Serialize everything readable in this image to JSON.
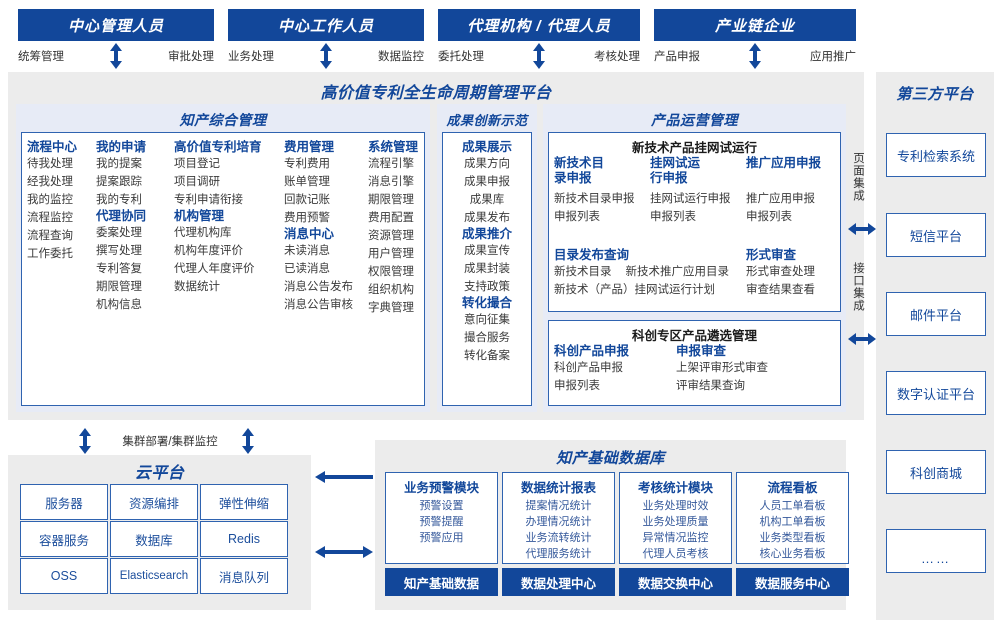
{
  "actors": [
    {
      "title": "中心管理人员",
      "left_cap": "统筹管理",
      "right_cap": "审批处理"
    },
    {
      "title": "中心工作人员",
      "left_cap": "业务处理",
      "right_cap": "数据监控"
    },
    {
      "title": "代理机构 / 代理人员",
      "left_cap": "委托处理",
      "right_cap": "考核处理"
    },
    {
      "title": "产业链企业",
      "left_cap": "产品申报",
      "right_cap": "应用推广"
    }
  ],
  "platform": {
    "title": "高价值专利全生命周期管理平台"
  },
  "sections": {
    "ip_mgmt": {
      "title": "知产综合管理",
      "columns": [
        {
          "groups": [
            {
              "head": "流程中心",
              "items": [
                "待我处理",
                "经我处理",
                "我的监控",
                "流程监控",
                "流程查询",
                "工作委托"
              ]
            }
          ]
        },
        {
          "groups": [
            {
              "head": "我的申请",
              "items": [
                "我的提案",
                "提案跟踪",
                "我的专利"
              ]
            },
            {
              "head": "代理协同",
              "items": [
                "委案处理",
                "撰写处理",
                "专利答复",
                "期限管理",
                "机构信息"
              ]
            }
          ]
        },
        {
          "groups": [
            {
              "head": "高价值专利培育",
              "items": [
                "项目登记",
                "项目调研",
                "专利申请衔接"
              ]
            },
            {
              "head": "机构管理",
              "items": [
                "代理机构库",
                "机构年度评价",
                "代理人年度评价",
                "数据统计"
              ]
            }
          ]
        },
        {
          "groups": [
            {
              "head": "费用管理",
              "items": [
                "专利费用",
                "账单管理",
                "回款记账",
                "费用预警"
              ]
            },
            {
              "head": "消息中心",
              "items": [
                "未读消息",
                "已读消息",
                "消息公告发布",
                "消息公告审核"
              ]
            }
          ]
        },
        {
          "groups": [
            {
              "head": "系统管理",
              "items": [
                "流程引擎",
                "消息引擎",
                "期限管理",
                "费用配置",
                "资源管理",
                "用户管理",
                "权限管理",
                "组织机构",
                "字典管理"
              ]
            }
          ]
        }
      ]
    },
    "achievement": {
      "title": "成果创新示范",
      "groups": [
        {
          "head": "成果展示",
          "items": [
            "成果方向",
            "成果申报",
            "成果库",
            "成果发布"
          ]
        },
        {
          "head": "成果推介",
          "items": [
            "成果宣传",
            "成果封装",
            "支持政策"
          ]
        },
        {
          "head": "转化撮合",
          "items": [
            "意向征集",
            "撮合服务",
            "转化备案"
          ]
        }
      ]
    },
    "product_ops": {
      "title": "产品运营管理",
      "blocks": [
        {
          "title": "新技术产品挂网试运行",
          "row1": [
            {
              "head": "新技术目录申报",
              "items": [
                "新技术目录申报",
                "申报列表"
              ]
            },
            {
              "head": "挂网试运行申报",
              "items": [
                "挂网试运行申报",
                "申报列表"
              ]
            },
            {
              "head": "推广应用申报",
              "items": [
                "推广应用申报",
                "申报列表"
              ]
            }
          ],
          "row2_left": {
            "head": "目录发布查询",
            "items": [
              "新技术目录",
              "新技术推广应用目录",
              "新技术（产品）挂网试运行计划"
            ]
          },
          "row2_right": {
            "head": "形式审查",
            "items": [
              "形式审查处理",
              "审查结果查看"
            ]
          }
        },
        {
          "title": "科创专区产品遴选管理",
          "row1": [
            {
              "head": "科创产品申报",
              "items": [
                "科创产品申报",
                "申报列表"
              ]
            },
            {
              "head": "申报审查",
              "items": [
                "上架评审形式审查",
                "评审结果查询"
              ]
            }
          ]
        }
      ]
    },
    "third_party": {
      "title": "第三方平台",
      "integrations": [
        "页面集成",
        "接口集成"
      ],
      "items": [
        "专利检索系统",
        "短信平台",
        "邮件平台",
        "数字认证平台",
        "科创商城",
        "……"
      ]
    },
    "cloud": {
      "connector": "集群部署/集群监控",
      "title": "云平台",
      "tiles": [
        "服务器",
        "资源编排",
        "弹性伸缩",
        "容器服务",
        "数据库",
        "Redis",
        "OSS",
        "Elasticsearch",
        "消息队列"
      ]
    },
    "database": {
      "title": "知产基础数据库",
      "columns": [
        {
          "head": "业务预警模块",
          "items": [
            "预警设置",
            "预警提醒",
            "预警应用"
          ],
          "footer": "知产基础数据"
        },
        {
          "head": "数据统计报表",
          "items": [
            "提案情况统计",
            "办理情况统计",
            "业务流转统计",
            "代理服务统计"
          ],
          "footer": "数据处理中心"
        },
        {
          "head": "考核统计模块",
          "items": [
            "业务处理时效",
            "业务处理质量",
            "异常情况监控",
            "代理人员考核"
          ],
          "footer": "数据交换中心"
        },
        {
          "head": "流程看板",
          "items": [
            "人员工单看板",
            "机构工单看板",
            "业务类型看板",
            "核心业务看板"
          ],
          "footer": "数据服务中心"
        }
      ]
    }
  },
  "colors": {
    "navy": "#12479a",
    "accent": "#2f63b0",
    "panel": "#ececec",
    "lavender": "#e7ebf6"
  }
}
